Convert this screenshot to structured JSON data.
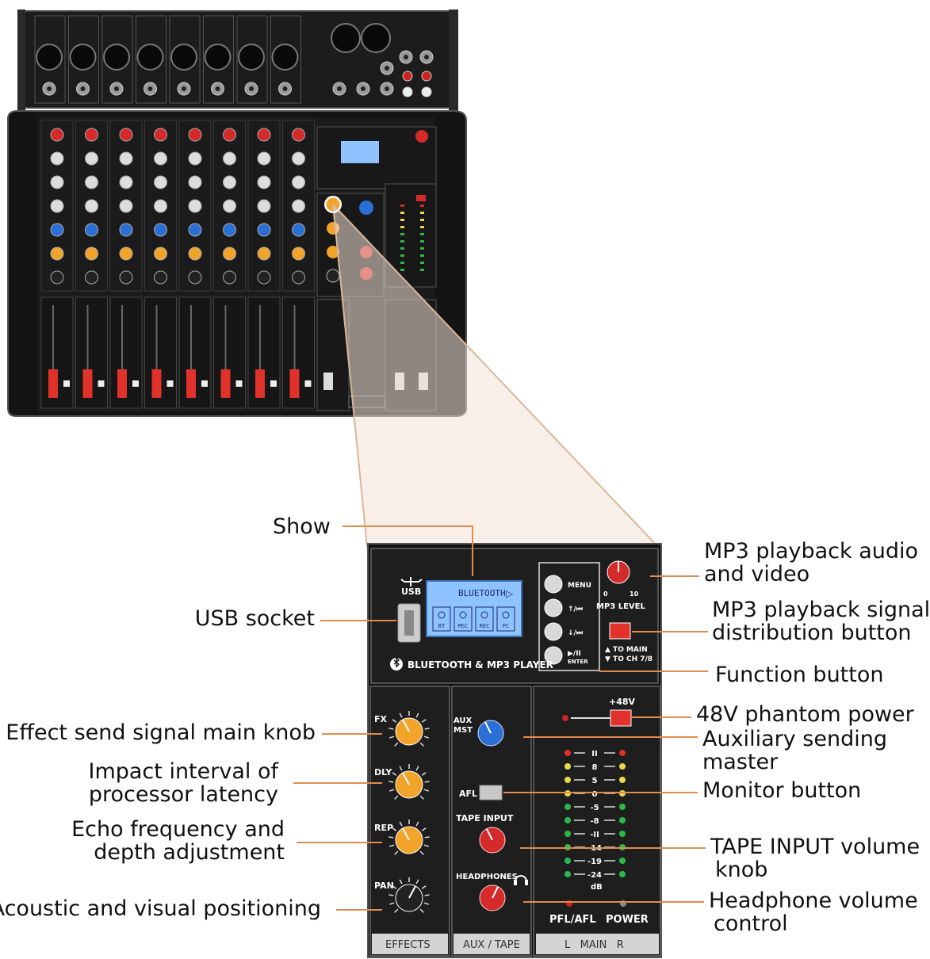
{
  "callouts_left": [
    {
      "id": "usb",
      "lines": [
        "USB socket"
      ]
    },
    {
      "id": "fx",
      "lines": [
        "Effect send signal main knob"
      ]
    },
    {
      "id": "dly",
      "lines": [
        "Impact interval of",
        "processor latency"
      ]
    },
    {
      "id": "rep",
      "lines": [
        "Echo frequency and",
        "depth adjustment"
      ]
    },
    {
      "id": "pan",
      "lines": [
        "Acoustic and visual positioning"
      ]
    }
  ],
  "callouts_right": [
    {
      "id": "mp3",
      "lines": [
        "MP3 playback audio",
        "and video"
      ]
    },
    {
      "id": "dist",
      "lines": [
        "MP3 playback signal",
        "distribution button"
      ]
    },
    {
      "id": "func",
      "lines": [
        "Function button"
      ]
    },
    {
      "id": "phantom",
      "lines": [
        "48V phantom power"
      ]
    },
    {
      "id": "aux",
      "lines": [
        "Auxiliary sending",
        "master"
      ]
    },
    {
      "id": "monitor",
      "lines": [
        "Monitor button"
      ]
    },
    {
      "id": "tape",
      "lines": [
        "TAPE INPUT volume",
        "knob"
      ]
    },
    {
      "id": "headphone",
      "lines": [
        "Headphone volume",
        "control"
      ]
    }
  ],
  "show_label": "Show",
  "panel": {
    "usb_label": "USB",
    "lcd_title": "BLUETOOTH",
    "lcd_icons": [
      "BT",
      "MSC",
      "REC",
      "PC"
    ],
    "bt_player": "BLUETOOTH & MP3 PLAYER",
    "menu_buttons": [
      "MENU",
      "↑/⏮",
      "↓/⏭",
      "▶/II ENTER"
    ],
    "mp3_level": "MP3 LEVEL",
    "to_main": "▲ TO MAIN",
    "to_ch": "▼ TO CH 7/8",
    "phantom": "+48V",
    "knob_labels": [
      "FX",
      "DLY",
      "REP",
      "PAN"
    ],
    "aux_mst": "AUX MST",
    "afl": "AFL",
    "tape_input": "TAPE INPUT",
    "headphones": "HEADPHONES",
    "meter_values": [
      "II",
      "8",
      "5",
      "0",
      "-5",
      "-8",
      "-II",
      "-14",
      "-19",
      "-24"
    ],
    "db": "dB",
    "pfl_afl": "PFL/AFL",
    "power": "POWER",
    "section_effects": "EFFECTS",
    "section_aux_tape": "AUX / TAPE",
    "section_main": "L   MAIN   R"
  },
  "colors": {
    "panel": "#1e1e1e",
    "callout_line": "#e38b4a",
    "fx_knob": "#f2a32a",
    "aux_knob": "#2a6fd6",
    "red_knob": "#d42a2a",
    "pan_knob": "#222222",
    "lcd": "#8fc3ff"
  }
}
